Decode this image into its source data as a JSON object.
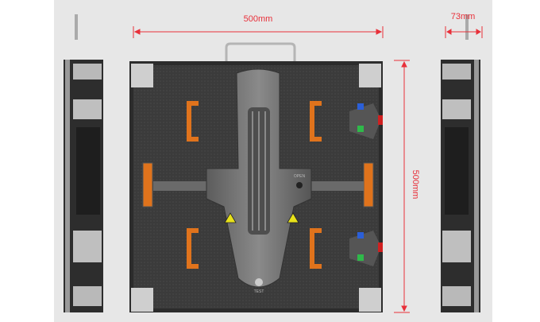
{
  "dimensions": {
    "width_label": "500mm",
    "height_label": "500mm",
    "depth_label": "73mm"
  },
  "cabinet_labels": {
    "open": "OPEN",
    "test": "TEST"
  },
  "colors": {
    "dimension_line": "#e8303a",
    "background_panel": "#e6e6e6",
    "cabinet_body": "#3a3a3a",
    "handle_orange": "#e0731c",
    "warning_yellow": "#e8e21a"
  }
}
